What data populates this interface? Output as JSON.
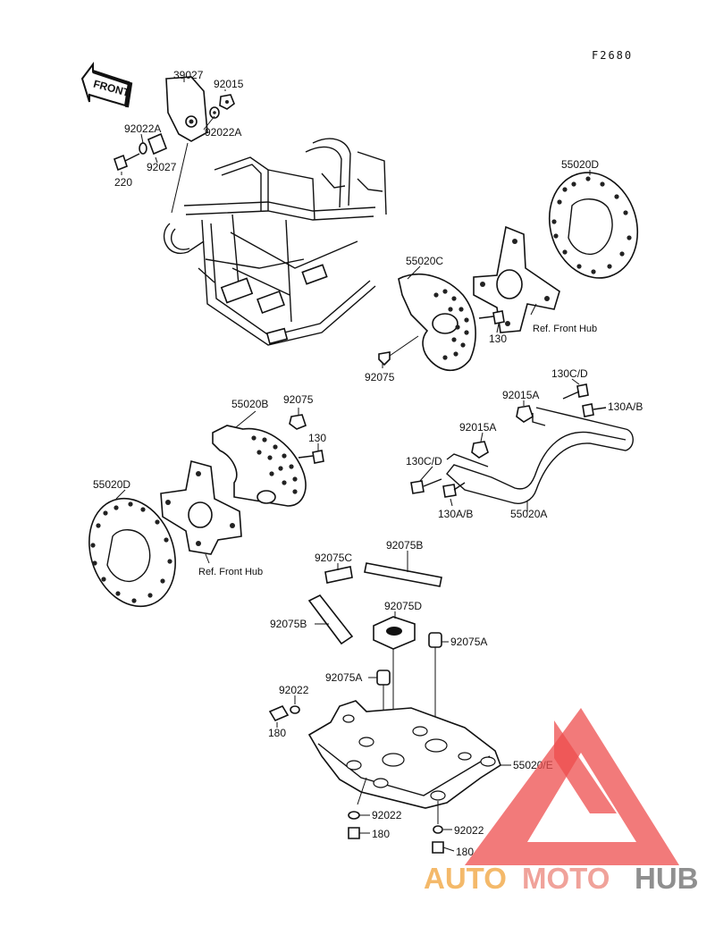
{
  "diagram": {
    "figure_code": "F2680",
    "front_label": "FRONT",
    "ref_front_hub_label": "Ref. Front Hub",
    "parts": {
      "p39027": "39027",
      "p92015": "92015",
      "p92022A_top_left": "92022A",
      "p92022A_top_right": "92022A",
      "p92027": "92027",
      "p220": "220",
      "p55020D_right": "55020D",
      "p55020C": "55020C",
      "p130_right": "130",
      "p92075_right": "92075",
      "p130CD_top": "130C/D",
      "p92015A_top": "92015A",
      "p130AB_right": "130A/B",
      "p92015A_mid": "92015A",
      "p130CD_mid": "130C/D",
      "p130AB_bottom": "130A/B",
      "p55020A": "55020A",
      "p55020B": "55020B",
      "p92075_left": "92075",
      "p130_left": "130",
      "p55020D_left": "55020D",
      "p92075C": "92075C",
      "p92075B_top": "92075B",
      "p92075D": "92075D",
      "p92075B_left": "92075B",
      "p92075A_right": "92075A",
      "p92075A_left": "92075A",
      "p92022_left": "92022",
      "p180_left": "180",
      "p55020E": "55020/E",
      "p92022_bottom_left": "92022",
      "p180_bottom_left": "180",
      "p92022_bottom_right": "92022",
      "p180_bottom_right": "180"
    }
  },
  "watermark": {
    "word_auto": "AUTO",
    "word_moto": "MOTO",
    "word_hub": "HUB",
    "color_auto": "#f4b96a",
    "color_moto": "#f0a29a",
    "color_hub": "#8f8f8f",
    "color_triangle": "#ee4d4d"
  }
}
